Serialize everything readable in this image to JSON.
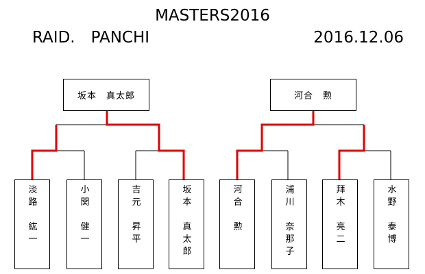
{
  "header": {
    "title": "MASTERS2016",
    "subtitle": "RAID.　PANCHI",
    "date": "2016.12.06"
  },
  "champions": {
    "left": "坂本　真太郎",
    "right": "河合　勲"
  },
  "players": [
    {
      "family": [
        "淡",
        "路"
      ],
      "given": [
        "紘",
        "一"
      ]
    },
    {
      "family": [
        "小",
        "関"
      ],
      "given": [
        "健",
        "一"
      ]
    },
    {
      "family": [
        "吉",
        "元"
      ],
      "given": [
        "昇",
        "平"
      ]
    },
    {
      "family": [
        "坂",
        "本"
      ],
      "given": [
        "真",
        "太",
        "郎"
      ]
    },
    {
      "family": [
        "河",
        "合"
      ],
      "given": [
        "勲"
      ]
    },
    {
      "family": [
        "浦",
        "川"
      ],
      "given": [
        "奈",
        "那",
        "子"
      ]
    },
    {
      "family": [
        "拜",
        "木"
      ],
      "given": [
        "亮",
        "二"
      ]
    },
    {
      "family": [
        "水",
        "野"
      ],
      "given": [
        "泰",
        "博"
      ]
    }
  ],
  "colors": {
    "winner_line": "#e00000",
    "normal_line": "#000000"
  }
}
